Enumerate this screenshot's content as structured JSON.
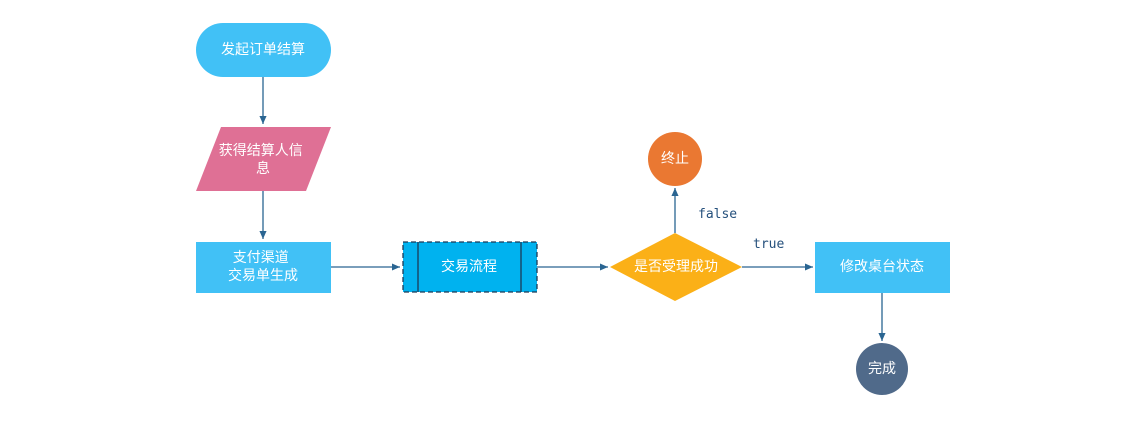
{
  "nodes": {
    "start": {
      "label": "发起订单结算",
      "color": "#41c1f6"
    },
    "get_info": {
      "label_line1": "获得结算人信",
      "label_line2": "息",
      "color": "#df7095"
    },
    "channel": {
      "label_line1": "支付渠道",
      "label_line2": "交易单生成",
      "color": "#41c1f6"
    },
    "trade": {
      "label": "交易流程",
      "color": "#00b2ef"
    },
    "decision": {
      "label": "是否受理成功",
      "color": "#fbb017"
    },
    "terminate": {
      "label": "终止",
      "color": "#ea7832"
    },
    "update": {
      "label": "修改桌台状态",
      "color": "#41c1f6"
    },
    "done": {
      "label": "完成",
      "color": "#506a8a"
    }
  },
  "edges": {
    "false_label": "false",
    "true_label": "true"
  },
  "colors": {
    "connector": "#2a6592"
  }
}
